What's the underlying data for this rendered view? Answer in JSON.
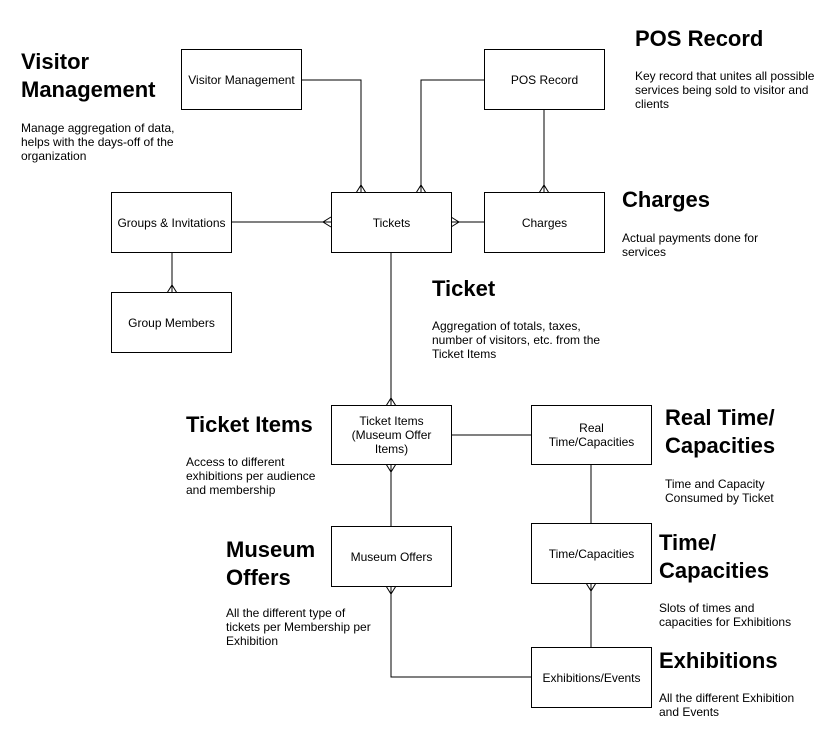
{
  "entities": {
    "visitor_management": "Visitor Management",
    "pos_record": "POS Record",
    "groups_invitations": "Groups & Invitations",
    "tickets": "Tickets",
    "charges": "Charges",
    "group_members": "Group Members",
    "ticket_items": "Ticket Items\n(Museum Offer\nItems)",
    "real_time_capacities": "Real\nTime/Capacities",
    "museum_offers": "Museum Offers",
    "time_capacities": "Time/Capacities",
    "exhibitions_events": "Exhibitions/Events"
  },
  "notes": {
    "visitor_management": {
      "title": "Visitor\nManagement",
      "text": "Manage aggregation of data,\nhelps with the days-off of the\norganization"
    },
    "pos_record": {
      "title": "POS Record",
      "text": "Key record that unites all possible\nservices being sold to visitor and\nclients"
    },
    "charges": {
      "title": "Charges",
      "text": "Actual payments done for\nservices"
    },
    "ticket": {
      "title": "Ticket",
      "text": "Aggregation of totals, taxes,\nnumber of visitors, etc. from the\nTicket Items"
    },
    "ticket_items": {
      "title": "Ticket Items",
      "text": "Access to different\nexhibitions per audience\nand membership"
    },
    "real_time": {
      "title": "Real Time/\nCapacities",
      "text": "Time and Capacity\nConsumed by Ticket"
    },
    "museum_offers": {
      "title": "Museum\nOffers",
      "text": "All the different type of\ntickets per Membership per\nExhibition"
    },
    "time_capacities": {
      "title": "Time/\nCapacities",
      "text": "Slots of times and\ncapacities for Exhibitions"
    },
    "exhibitions": {
      "title": "Exhibitions",
      "text": "All the different Exhibition\nand Events"
    }
  }
}
